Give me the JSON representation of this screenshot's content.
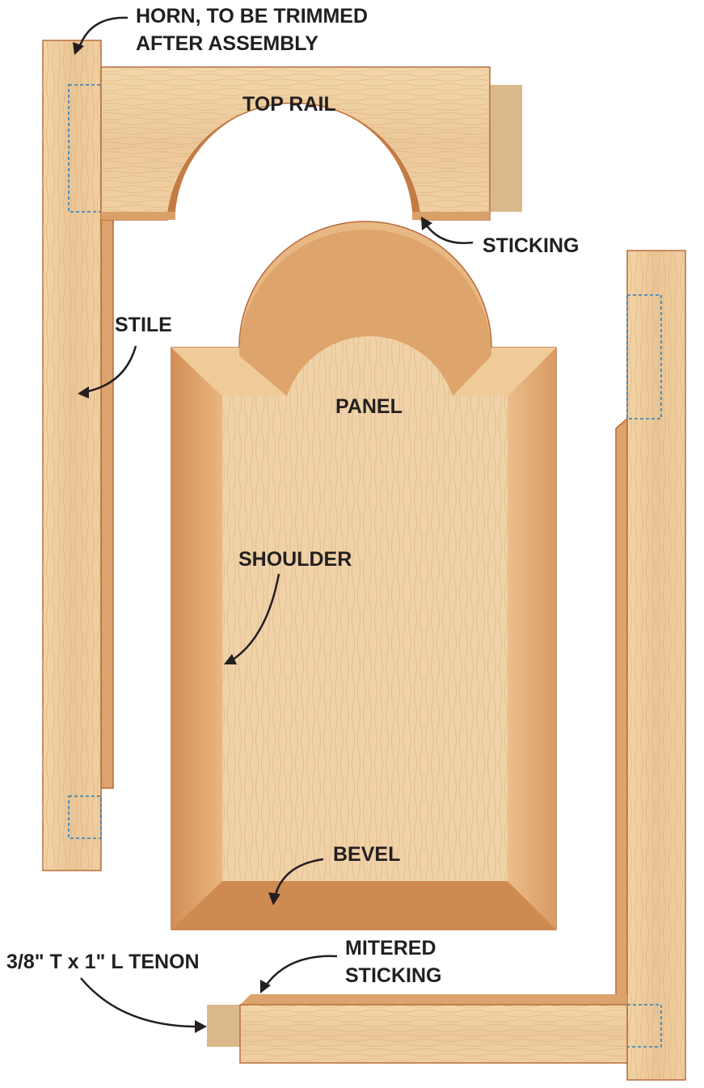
{
  "labels": {
    "horn_line1": "HORN, TO BE TRIMMED",
    "horn_line2": "AFTER ASSEMBLY",
    "top_rail": "TOP RAIL",
    "sticking": "STICKING",
    "stile": "STILE",
    "panel": "PANEL",
    "shoulder": "SHOULDER",
    "bevel": "BEVEL",
    "mitered_line1": "MITERED",
    "mitered_line2": "STICKING",
    "tenon": "3/8\" T x 1\" L TENON"
  },
  "colors": {
    "wood_light": "#f0cfa0",
    "wood_mid": "#e2b07c",
    "wood_dark": "#c98550",
    "mortise_dash": "#2a7fc0"
  }
}
